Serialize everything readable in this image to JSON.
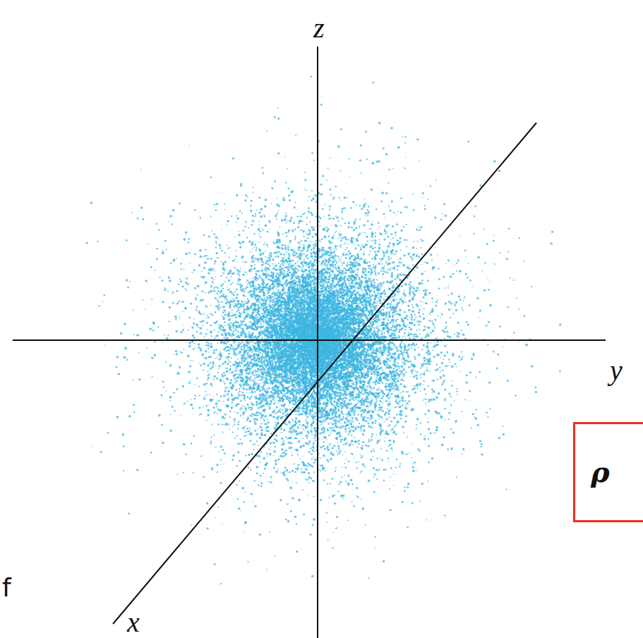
{
  "diagram": {
    "nodes": [
      {
        "text": [
          "ρ"
        ]
      }
    ],
    "labels": [
      "z",
      "y",
      "x",
      "f"
    ]
  }
}
